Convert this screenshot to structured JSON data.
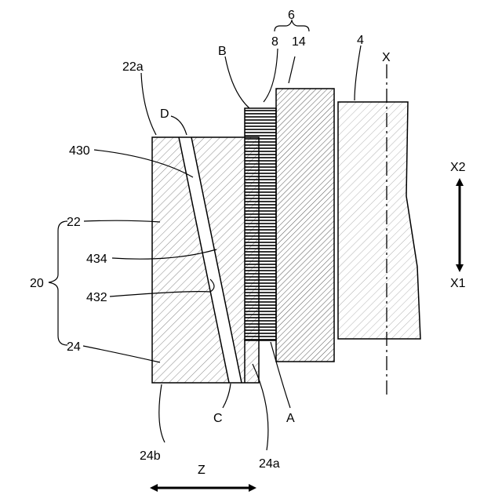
{
  "labels": {
    "group_6": "6",
    "part_8": "8",
    "part_14": "14",
    "part_4": "4",
    "axis_x": "X",
    "part_b": "B",
    "part_22a": "22a",
    "part_d": "D",
    "part_430": "430",
    "part_22": "22",
    "part_20": "20",
    "part_434": "434",
    "part_432": "432",
    "part_24": "24",
    "part_c": "C",
    "part_a": "A",
    "part_24b": "24b",
    "part_24a": "24a",
    "dir_x2": "X2",
    "dir_x1": "X1",
    "dir_z": "Z"
  },
  "colors": {
    "line": "#000000",
    "hatch": "#888888",
    "background": "#ffffff"
  }
}
